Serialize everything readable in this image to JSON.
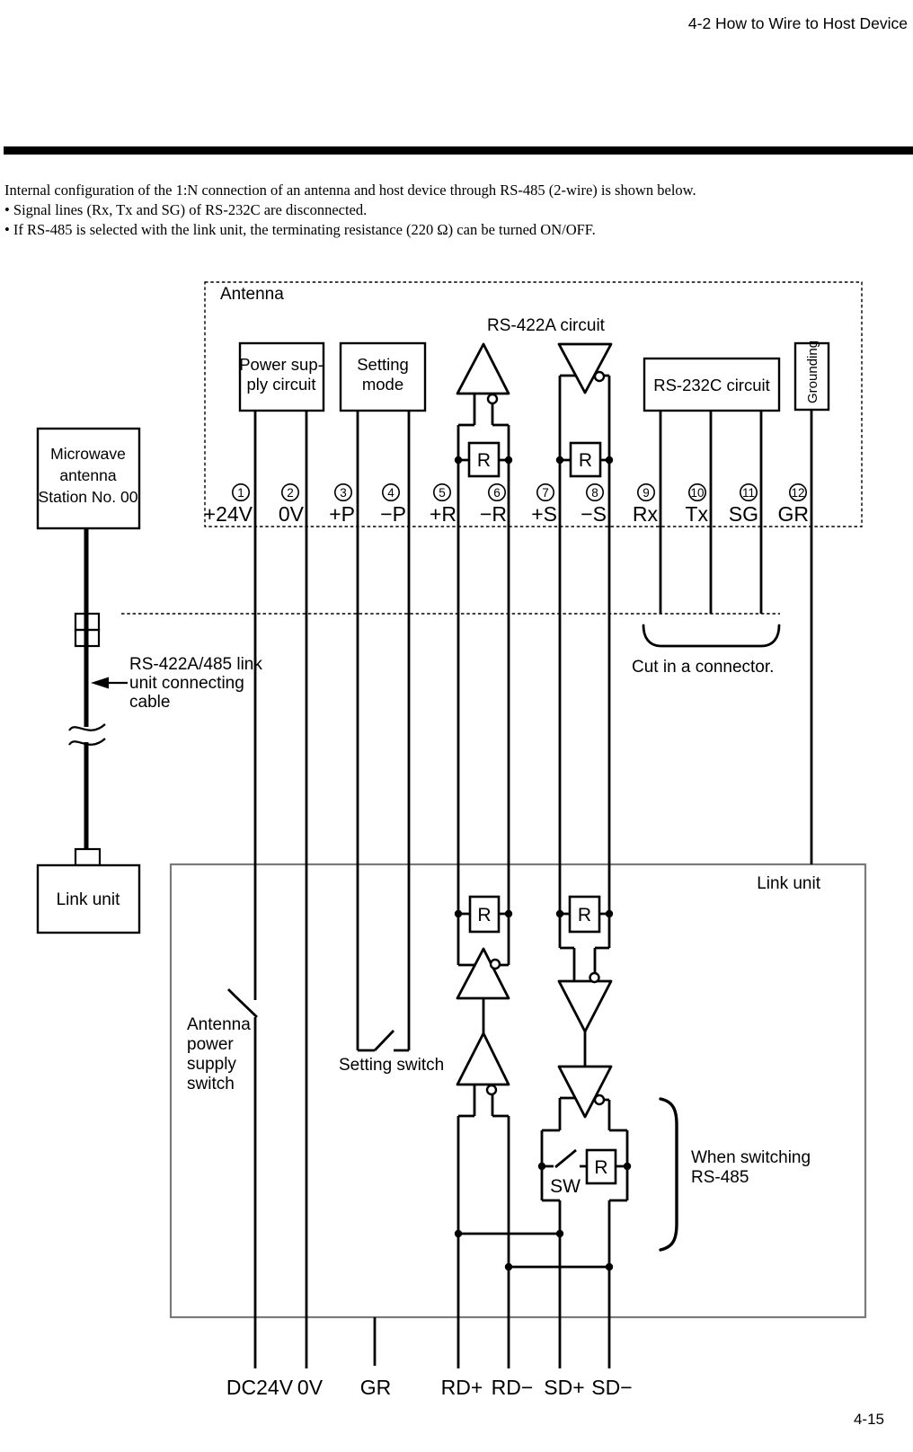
{
  "page": {
    "header_title": "4-2 How to Wire to Host Device",
    "page_number": "4-15",
    "intro_lines": [
      "Internal configuration of the 1:N connection of an antenna and host device through RS-485 (2-wire) is shown below.",
      "• Signal lines (Rx, Tx and SG) of RS-232C are disconnected.",
      "• If RS-485 is selected with the link unit, the terminating resistance (220 Ω) can be turned ON/OFF."
    ]
  },
  "diagram": {
    "antenna_section_label": "Antenna",
    "rs422a_circuit_label": "RS-422A circuit",
    "rs232c_circuit_label": "RS-232C circuit",
    "grounding_label": "Grounding",
    "power_supply_box": {
      "line1": "Power sup-",
      "line2": "ply circuit"
    },
    "setting_mode_box": {
      "line1": "Setting",
      "line2": "mode"
    },
    "microwave_antenna_box": {
      "line1": "Microwave",
      "line2": "antenna",
      "line3": "Station No. 00"
    },
    "link_unit_box_label": "Link unit",
    "link_unit_container_label": "Link unit",
    "cable_label": {
      "line1": "RS-422A/485 link",
      "line2": "unit connecting",
      "line3": "cable"
    },
    "cut_connector_label": "Cut in a connector.",
    "antenna_power_switch_label": {
      "line1": "Antenna",
      "line2": "power",
      "line3": "supply",
      "line4": "switch"
    },
    "setting_switch_label": "Setting switch",
    "when_switching_label": {
      "line1": "When switching",
      "line2": "RS-485"
    },
    "sw_label": "SW",
    "resistor_label": "R",
    "terminals": [
      {
        "num": "1",
        "label": "+24V"
      },
      {
        "num": "2",
        "label": "0V"
      },
      {
        "num": "3",
        "label": "+P"
      },
      {
        "num": "4",
        "label": "−P"
      },
      {
        "num": "5",
        "label": "+R"
      },
      {
        "num": "6",
        "label": "−R"
      },
      {
        "num": "7",
        "label": "+S"
      },
      {
        "num": "8",
        "label": "−S"
      },
      {
        "num": "9",
        "label": "Rx"
      },
      {
        "num": "10",
        "label": "Tx"
      },
      {
        "num": "11",
        "label": "SG"
      },
      {
        "num": "12",
        "label": "GR"
      }
    ],
    "host_terminal_labels": [
      "DC24V",
      "0V",
      "GR",
      "RD+",
      "RD−",
      "SD+",
      "SD−"
    ]
  }
}
